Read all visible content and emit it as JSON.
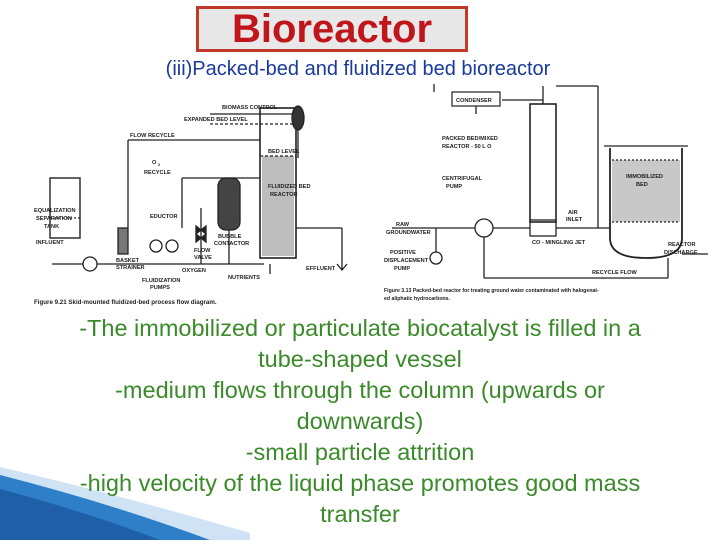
{
  "title": "Bioreactor",
  "subtitle": "(iii)Packed-bed and fluidized bed bioreactor",
  "left_diagram": {
    "labels": {
      "biomass_control": "BIOMASS CONTROL",
      "expanded_bed_level": "EXPANDED BED LEVEL",
      "flow_recycle": "FLOW RECYCLE",
      "o2_recycle_1": "O",
      "o2_recycle_2": "2",
      "o2_recycle_3": "RECYCLE",
      "bed_level": "BED LEVEL",
      "fluidized_bed_reactor_1": "FLUIDIZED BED",
      "fluidized_bed_reactor_2": "REACTOR",
      "equalization_1": "EQUALIZATION",
      "equalization_2": "SEPARATION",
      "equalization_3": "TANK",
      "eductor": "EDUCTOR",
      "influent": "INFLUENT",
      "flow_valve_1": "FLOW",
      "flow_valve_2": "VALVE",
      "bubble_contactor_1": "BUBBLE",
      "bubble_contactor_2": "CONTACTOR",
      "basket_strainer_1": "BASKET",
      "basket_strainer_2": "STRAINER",
      "oxygen": "OXYGEN",
      "nutrients": "NUTRIENTS",
      "effluent": "EFFLUENT",
      "fluidization_pumps_1": "FLUIDIZATION",
      "fluidization_pumps_2": "PUMPS"
    },
    "caption": "Figure 9.21   Skid-mounted fluidized-bed process flow diagram."
  },
  "right_diagram": {
    "labels": {
      "condenser": "CONDENSER",
      "packed_reactor_1": "PACKED BED/MIXED",
      "packed_reactor_2": "REACTOR - 50 L O",
      "centrifugal_pump_1": "CENTRIFUGAL",
      "centrifugal_pump_2": "PUMP",
      "immobilized_bed_1": "IMMOBILIZED",
      "immobilized_bed_2": "BED",
      "raw_groundwater_1": "RAW",
      "raw_groundwater_2": "GROUNDWATER",
      "air_inlet_1": "AIR",
      "air_inlet_2": "INLET",
      "co_mingling_jet": "CO - MINGLING JET",
      "positive_displacement_pump_1": "POSITIVE",
      "positive_displacement_pump_2": "DISPLACEMENT",
      "positive_displacement_pump_3": "PUMP",
      "reactor_discharge_1": "REACTOR",
      "reactor_discharge_2": "DISCHARGE",
      "recycle_flow": "RECYCLE FLOW"
    },
    "caption_1": "Figure 3.13   Packed-bed reactor for treating ground water contaminated with halogenat-",
    "caption_2": "ed aliphatic hydrocarbons."
  },
  "bullets": [
    "-The immobilized or particulate biocatalyst is filled in a",
    "tube-shaped vessel",
    "-medium flows through the column (upwards or",
    "downwards)",
    "-small particle attrition",
    "-high velocity of the liquid phase promotes good mass",
    "transfer"
  ],
  "colors": {
    "title_text": "#c0151b",
    "title_border": "#c0392b",
    "subtitle_text": "#1a3a9a",
    "body_text": "#3a8a2a",
    "decoration": "#1e5fa8"
  }
}
